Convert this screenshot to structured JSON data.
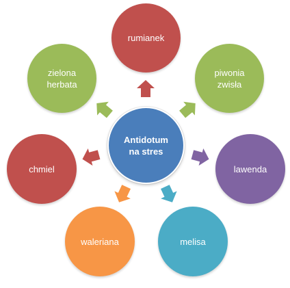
{
  "center": {
    "label": "Antidotum\nna stres",
    "color": "#4a7ebb"
  },
  "satellites": [
    {
      "id": "rumianek",
      "label": "rumianek",
      "color": "#c0504d"
    },
    {
      "id": "piwonia",
      "label": "piwonia\nzwisła",
      "color": "#9bbb59"
    },
    {
      "id": "lawenda",
      "label": "lawenda",
      "color": "#8064a2"
    },
    {
      "id": "melisa",
      "label": "melisa",
      "color": "#4bacc6"
    },
    {
      "id": "waleriana",
      "label": "waleriana",
      "color": "#f79646"
    },
    {
      "id": "chmiel",
      "label": "chmiel",
      "color": "#c0504d"
    },
    {
      "id": "zielona-herbata",
      "label": "zielona\nherbata",
      "color": "#9bbb59"
    }
  ]
}
